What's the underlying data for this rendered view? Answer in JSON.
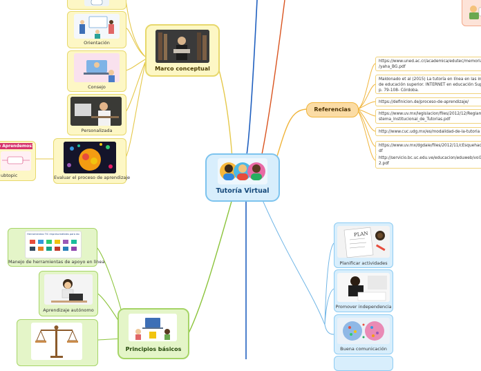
{
  "central": {
    "title": "Tutoría Virtual"
  },
  "marco": {
    "title": "Marco conceptual",
    "children": [
      {
        "caption": ""
      },
      {
        "caption": "Orientación"
      },
      {
        "caption": "Consejo"
      },
      {
        "caption": "Personalizada"
      },
      {
        "caption": "Evaluar el proceso de aprendizaje"
      }
    ],
    "subtopic": {
      "banner": "o Aprendemos?",
      "label": "ubtopic"
    }
  },
  "referencias": {
    "title": "Referencias",
    "items": [
      {
        "lines": [
          "https://www.uned.ac.cr/academica/edutec/memoria/",
          "/yaha_BG.pdf"
        ]
      },
      {
        "lines": [
          "Maldonado et al (2015) La tutoría en línea en las instit",
          "de educación superior. INTERNET en educación Super",
          "p. 79-108- Córdoba."
        ]
      },
      {
        "lines": [
          "https://definicion.de/proceso-de-aprendizaje/"
        ]
      },
      {
        "lines": [
          "https://www.uv.mx/legislacion/files/2012/12/Reglame",
          "stema_Institucional_de_Tutorias.pdf"
        ]
      },
      {
        "lines": [
          "http://www.cuc.udg.mx/es/modalidad-de-la-tutoria"
        ]
      },
      {
        "lines": [
          "https://www.uv.mx/dgdaie/files/2012/11/cEsquehacen",
          "df"
        ]
      },
      {
        "lines": [
          "http://servicio.bc.uc.edu.ve/educacion/eduweb/vol1n1",
          "2.pdf"
        ]
      }
    ]
  },
  "principios": {
    "title": "Principios básicos",
    "children": [
      {
        "caption": "Manejo de herramientas de apoyo en línea",
        "img_text": "Herramientas TIC imprescindibles para docentes"
      },
      {
        "caption": "Aprendizaje autónomo"
      },
      {
        "caption": ""
      }
    ]
  },
  "right_branch": {
    "children": [
      {
        "caption": "Planificar actividades",
        "img_text": "PLAN"
      },
      {
        "caption": "Promover independencia"
      },
      {
        "caption": "Buena comunicación"
      }
    ]
  },
  "colors": {
    "yellow_fill": "#fdf7c5",
    "green_fill": "#e4f5c8",
    "blue_fill": "#d8eefc",
    "blue_line": "#1f5fbf",
    "orange_line": "#d9531e"
  }
}
